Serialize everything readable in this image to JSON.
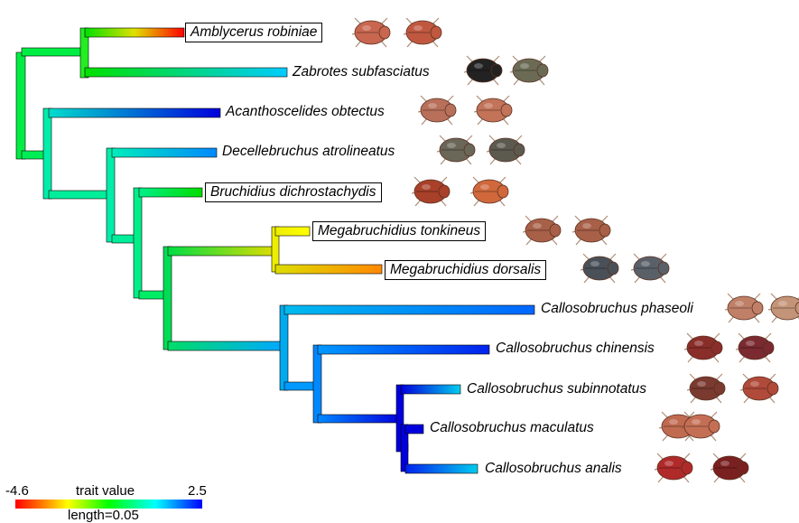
{
  "tips": [
    {
      "label": "Amblycerus robiniae",
      "boxed": true
    },
    {
      "label": "Zabrotes subfasciatus",
      "boxed": false
    },
    {
      "label": "Acanthoscelides obtectus",
      "boxed": false
    },
    {
      "label": "Decellebruchus atrolineatus",
      "boxed": false
    },
    {
      "label": "Bruchidius dichrostachydis",
      "boxed": true
    },
    {
      "label": "Megabruchidius tonkineus",
      "boxed": true
    },
    {
      "label": "Megabruchidius dorsalis",
      "boxed": true
    },
    {
      "label": "Callosobruchus phaseoli",
      "boxed": false
    },
    {
      "label": "Callosobruchus chinensis",
      "boxed": false
    },
    {
      "label": "Callosobruchus subinnotatus",
      "boxed": false
    },
    {
      "label": "Callosobruchus maculatus",
      "boxed": false
    },
    {
      "label": "Callosobruchus analis",
      "boxed": false
    }
  ],
  "legend": {
    "min": "-4.6",
    "max": "2.5",
    "title": "trait value",
    "length": "length=0.05",
    "colors": [
      "#ff0000",
      "#ffff00",
      "#00ff00",
      "#00ffff",
      "#0000ff"
    ]
  },
  "beetle_colors": [
    [
      "#c8664f",
      "#c0583f"
    ],
    [
      "#222222",
      "#6b6b55"
    ],
    [
      "#b8705a",
      "#c27358"
    ],
    [
      "#6a6658",
      "#5c5a4f"
    ],
    [
      "#a8402a",
      "#d0683c"
    ],
    [
      "#a86048",
      "#a86048"
    ],
    [
      "#4a5058",
      "#5a6068"
    ],
    [
      "#c08068",
      "#c49478"
    ],
    [
      "#8a2e2a",
      "#7a2a30"
    ],
    [
      "#7a3a30",
      "#b04a3a"
    ],
    [
      "#c06a50",
      "#c46f55"
    ],
    [
      "#b02a2a",
      "#7a2020"
    ]
  ]
}
